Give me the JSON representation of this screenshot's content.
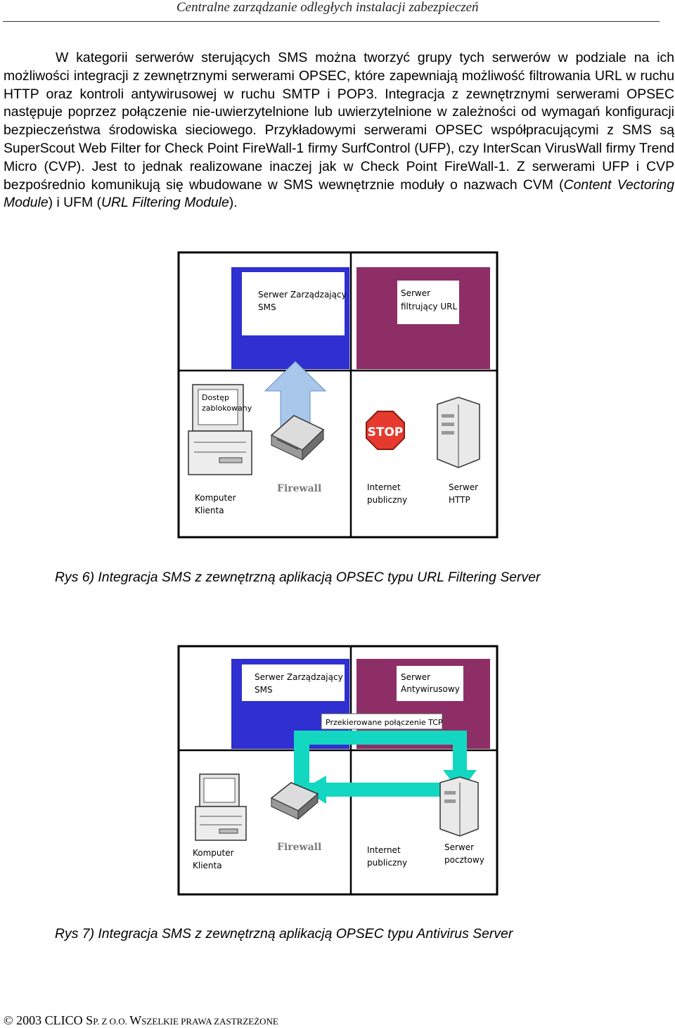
{
  "header": {
    "title": "Centralne zarządzanie odległych instalacji zabezpieczeń"
  },
  "body": {
    "p1": "W kategorii serwerów sterujących SMS można tworzyć grupy tych serwerów w podziale na ich możliwości integracji z zewnętrznymi serwerami OPSEC, które zapewniają możliwość filtrowania URL w ruchu HTTP oraz kontroli antywirusowej w ruchu SMTP i POP3. Integracja z zewnętrznymi serwerami OPSEC następuje poprzez połączenie nie-uwierzytelnione lub uwierzytelnione w zależności od wymagań konfiguracji bezpieczeństwa środowiska sieciowego. Przykładowymi serwerami OPSEC współpracującymi z SMS są SuperScout Web Filter for Check Point FireWall-1 firmy SurfControl (UFP), czy InterScan VirusWall firmy Trend Micro (CVP). Jest to jednak realizowane inaczej jak w Check Point FireWall-1. Z serwerami UFP i CVP bezpośrednio komunikują się wbudowane w SMS wewnętrznie moduły o nazwach CVM (",
    "p1_em1": "Content Vectoring Module",
    "p1_mid": ") i UFM (",
    "p1_em2": "URL Filtering Module",
    "p1_end": ")."
  },
  "figure1": {
    "panel_tl": [
      "Serwer Zarządzający",
      "SMS"
    ],
    "panel_tr": [
      "Serwer",
      "filtrujący URL"
    ],
    "screen_text": [
      "Dostęp",
      "zablokowany"
    ],
    "stop_sign": "STOP",
    "client": [
      "Komputer",
      "Klienta"
    ],
    "firewall": "Firewall",
    "internet": [
      "Internet",
      "publiczny"
    ],
    "server": [
      "Serwer",
      "HTTP"
    ],
    "caption": "Rys 6) Integracja SMS z zewnętrzną aplikacją OPSEC typu URL Filtering Server"
  },
  "figure2": {
    "panel_tl": [
      "Serwer Zarządzający",
      "SMS"
    ],
    "panel_tr": [
      "Serwer",
      "Antywirusowy"
    ],
    "tcp_label": "Przekierowane połączenie TCP",
    "client": [
      "Komputer",
      "Klienta"
    ],
    "firewall": "Firewall",
    "internet": [
      "Internet",
      "publiczny"
    ],
    "server": [
      "Serwer",
      "pocztowy"
    ],
    "caption": "Rys 7) Integracja SMS z zewnętrzną aplikacją OPSEC typu Antivirus Server"
  },
  "footer": {
    "copyright": "© 2003 CLICO S",
    "rest1": "P. Z O.O. ",
    "w": "W",
    "rest2": "SZELKIE PRAWA ZASTRZEŻONE"
  },
  "colors": {
    "blue_panel": "#2f2fd2",
    "purple_panel": "#8e2e66",
    "arrow_blue": "#a9c7ea",
    "arrow_teal": "#14d7c1",
    "stop_red": "#e53a2d"
  }
}
